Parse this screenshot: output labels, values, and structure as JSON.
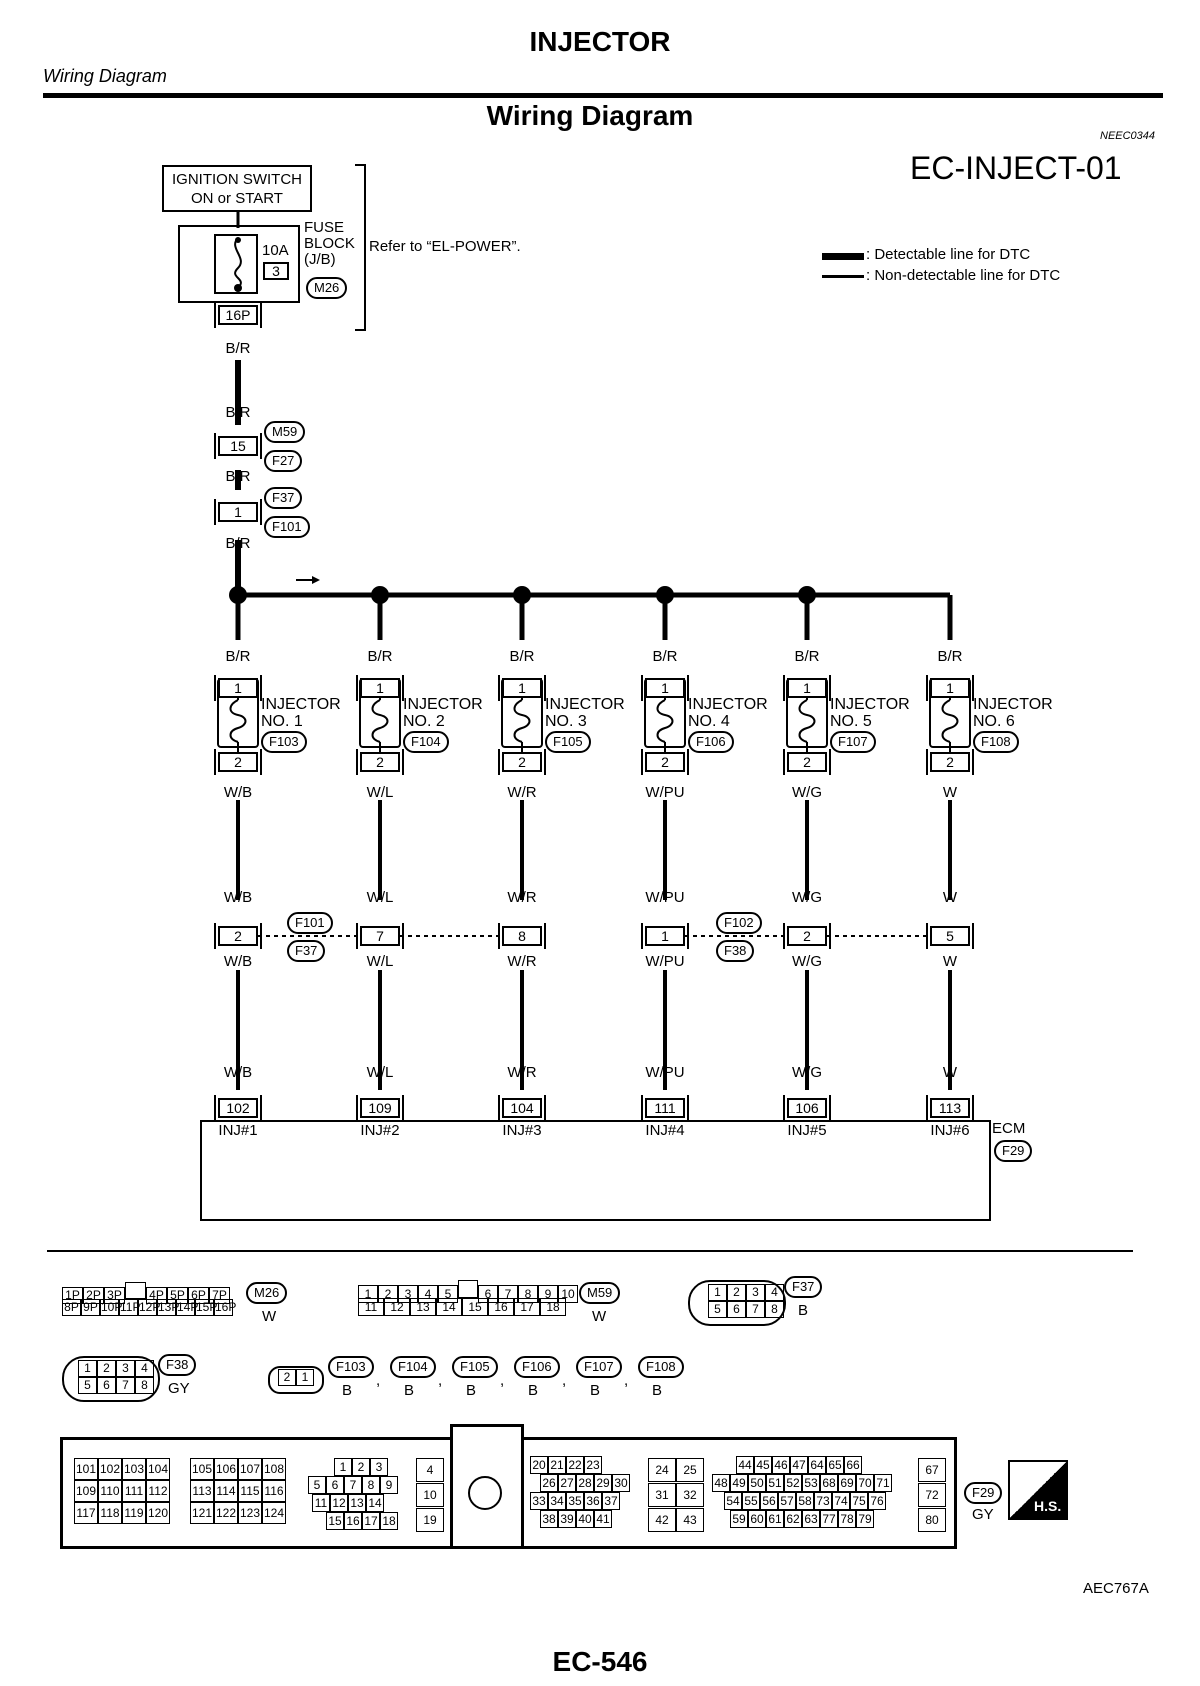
{
  "header": {
    "title": "INJECTOR",
    "section": "Wiring Diagram"
  },
  "diagram": {
    "title": "Wiring Diagram",
    "code": "NEEC0344",
    "sheet": "EC-INJECT-01"
  },
  "ignition": {
    "line1": "IGNITION SWITCH",
    "line2": "ON or START"
  },
  "fuse": {
    "rating": "10A",
    "number": "3",
    "block_label_1": "FUSE",
    "block_label_2": "BLOCK",
    "block_label_3": "(J/B)",
    "connector": "M26",
    "terminal": "16P",
    "refer": "Refer to “EL-POWER”."
  },
  "legend": {
    "detectable": ": Detectable line for DTC",
    "non_detectable": ": Non-detectable line for DTC"
  },
  "feed": {
    "wire_1": "B/R",
    "wire_2": "B/R",
    "wire_3": "B/R",
    "wire_4": "B/R",
    "conn1_pin": "15",
    "conn1_a": "M59",
    "conn1_b": "F27",
    "conn2_pin": "1",
    "conn2_a": "F37",
    "conn2_b": "F101"
  },
  "injectors": [
    {
      "name1": "INJECTOR",
      "name2": "NO. 1",
      "conn": "F103",
      "pin_top": "1",
      "pin_bottom": "2",
      "wire_in": "B/R",
      "wire_out": "W/B",
      "jpin": "2",
      "wire_ecm": "W/B",
      "ecm_pin": "102",
      "ecm_label": "INJ#1"
    },
    {
      "name1": "INJECTOR",
      "name2": "NO. 2",
      "conn": "F104",
      "pin_top": "1",
      "pin_bottom": "2",
      "wire_in": "B/R",
      "wire_out": "W/L",
      "jpin": "7",
      "wire_ecm": "W/L",
      "ecm_pin": "109",
      "ecm_label": "INJ#2"
    },
    {
      "name1": "INJECTOR",
      "name2": "NO. 3",
      "conn": "F105",
      "pin_top": "1",
      "pin_bottom": "2",
      "wire_in": "B/R",
      "wire_out": "W/R",
      "jpin": "8",
      "wire_ecm": "W/R",
      "ecm_pin": "104",
      "ecm_label": "INJ#3"
    },
    {
      "name1": "INJECTOR",
      "name2": "NO. 4",
      "conn": "F106",
      "pin_top": "1",
      "pin_bottom": "2",
      "wire_in": "B/R",
      "wire_out": "W/PU",
      "jpin": "1",
      "wire_ecm": "W/PU",
      "ecm_pin": "111",
      "ecm_label": "INJ#4"
    },
    {
      "name1": "INJECTOR",
      "name2": "NO. 5",
      "conn": "F107",
      "pin_top": "1",
      "pin_bottom": "2",
      "wire_in": "B/R",
      "wire_out": "W/G",
      "jpin": "2",
      "wire_ecm": "W/G",
      "ecm_pin": "106",
      "ecm_label": "INJ#5"
    },
    {
      "name1": "INJECTOR",
      "name2": "NO. 6",
      "conn": "F108",
      "pin_top": "1",
      "pin_bottom": "2",
      "wire_in": "B/R",
      "wire_out": "W",
      "jpin": "5",
      "wire_ecm": "W",
      "ecm_pin": "113",
      "ecm_label": "INJ#6"
    }
  ],
  "junction": {
    "left_a": "F101",
    "left_b": "F37",
    "right_a": "F102",
    "right_b": "F38"
  },
  "ecm": {
    "name": "ECM",
    "conn": "F29"
  },
  "connectors": {
    "m26": {
      "id": "M26",
      "color": "W",
      "row1": [
        "1P",
        "2P",
        "3P",
        "",
        "4P",
        "5P",
        "6P",
        "7P"
      ],
      "row2": [
        "8P",
        "9P",
        "10P",
        "11P",
        "12P",
        "13P",
        "14P",
        "15P",
        "16P"
      ]
    },
    "m59": {
      "id": "M59",
      "color": "W",
      "row1": [
        "1",
        "2",
        "3",
        "4",
        "5",
        "",
        "6",
        "7",
        "8",
        "9",
        "10"
      ],
      "row2": [
        "11",
        "12",
        "13",
        "14",
        "15",
        "16",
        "17",
        "18"
      ]
    },
    "f37": {
      "id": "F37",
      "color": "B",
      "row1": [
        "1",
        "2",
        "3",
        "4"
      ],
      "row2": [
        "5",
        "6",
        "7",
        "8"
      ]
    },
    "f38": {
      "id": "F38",
      "color": "GY",
      "row1": [
        "1",
        "2",
        "3",
        "4"
      ],
      "row2": [
        "5",
        "6",
        "7",
        "8"
      ]
    },
    "small": {
      "pins": [
        "2",
        "1"
      ],
      "ids": [
        "F103",
        "F104",
        "F105",
        "F106",
        "F107",
        "F108"
      ],
      "color": "B",
      "sep": ","
    },
    "f29": {
      "id": "F29",
      "color": "GY",
      "b1": [
        [
          "101",
          "102",
          "103",
          "104"
        ],
        [
          "109",
          "110",
          "111",
          "112"
        ],
        [
          "117",
          "118",
          "119",
          "120"
        ]
      ],
      "b2": [
        [
          "105",
          "106",
          "107",
          "108"
        ],
        [
          "113",
          "114",
          "115",
          "116"
        ],
        [
          "121",
          "122",
          "123",
          "124"
        ]
      ],
      "b3": [
        [
          "1",
          "2",
          "3"
        ],
        [
          "5",
          "6",
          "7",
          "8",
          "9"
        ],
        [
          "11",
          "12",
          "13",
          "14"
        ],
        [
          "15",
          "16",
          "17",
          "18"
        ]
      ],
      "b4": [
        "4",
        "10",
        "19"
      ],
      "b5": [
        [
          "20",
          "21",
          "22",
          "23"
        ],
        [
          "26",
          "27",
          "28",
          "29",
          "30"
        ],
        [
          "33",
          "34",
          "35",
          "36",
          "37"
        ],
        [
          "38",
          "39",
          "40",
          "41"
        ]
      ],
      "b6": [
        [
          "24",
          "25"
        ],
        [
          "31",
          "32"
        ],
        [
          "42",
          "43"
        ]
      ],
      "b7": [
        [
          "44",
          "45",
          "46",
          "47",
          "64",
          "65",
          "66"
        ],
        [
          "48",
          "49",
          "50",
          "51",
          "52",
          "53",
          "68",
          "69",
          "70",
          "71"
        ],
        [
          "54",
          "55",
          "56",
          "57",
          "58",
          "73",
          "74",
          "75",
          "76"
        ],
        [
          "59",
          "60",
          "61",
          "62",
          "63",
          "77",
          "78",
          "79"
        ]
      ],
      "b8": [
        "67",
        "72",
        "80"
      ]
    },
    "hs": "H.S."
  },
  "footer": {
    "figure": "AEC767A",
    "page": "EC-546"
  }
}
